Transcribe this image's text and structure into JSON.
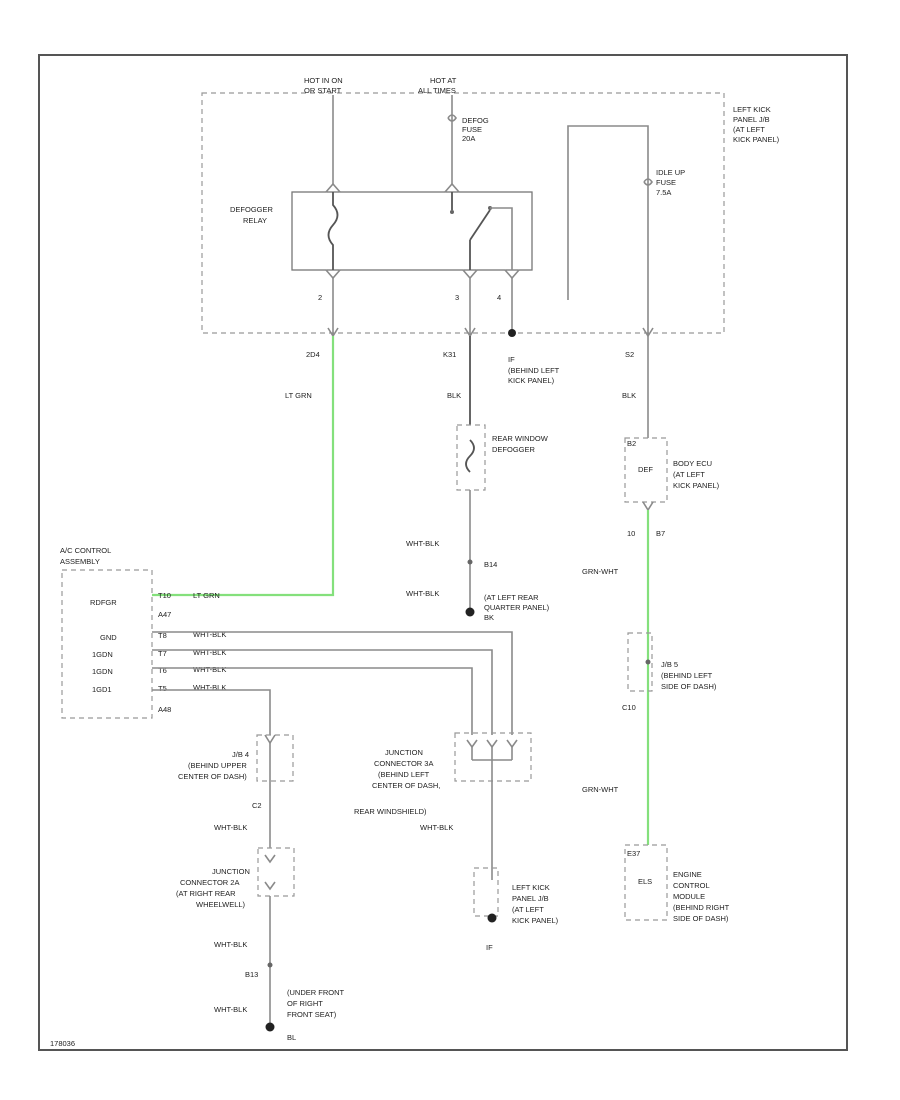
{
  "diagram": {
    "power_left": [
      "HOT IN ON",
      "OR START"
    ],
    "power_right": [
      "HOT AT",
      "ALL TIMES"
    ],
    "fuse_defog": [
      "DEFOG",
      "FUSE",
      "20A"
    ],
    "fuse_ecu": [
      "IDLE UP",
      "FUSE",
      "7.5A"
    ],
    "relay_label": [
      "DEFOGGER",
      "RELAY"
    ],
    "kick_panel_top": [
      "LEFT KICK",
      "PANEL J/B",
      "(AT LEFT",
      "KICK PANEL)"
    ],
    "relay_pins": [
      "2",
      "3",
      "4"
    ],
    "conn_2d4": "2D4",
    "conn_k31": "K31",
    "conn_s2": "S2",
    "conn_b2": "B2",
    "wire_lt_grn": "LT GRN",
    "wire_blk_1": "BLK",
    "wire_blk_2": "BLK",
    "ground_kick": [
      "IF",
      "(BEHIND LEFT",
      "KICK PANEL)"
    ],
    "defogger_label": [
      "REAR WINDOW",
      "DEFOGGER"
    ],
    "wht_blk_1": "WHT-BLK",
    "conn_b14": "B14",
    "wht_blk_2": "WHT-BLK",
    "ground_rear": [
      "(AT LEFT REAR",
      "QUARTER PANEL)"
    ],
    "ground_rear_id": "BK",
    "body_ecu_label": [
      "BODY ECU",
      "(AT LEFT",
      "KICK PANEL)"
    ],
    "body_ecu_pin": "DEF",
    "ecu_pins": [
      "10",
      "B7"
    ],
    "grn_wht_1": "GRN-WHT",
    "jb5_label": [
      "J/B 5",
      "(BEHIND LEFT",
      "SIDE OF DASH)"
    ],
    "conn_c10": "C10",
    "grn_wht_2": "GRN-WHT",
    "ecm_label": [
      "ENGINE",
      "CONTROL",
      "MODULE",
      "(BEHIND RIGHT",
      "SIDE OF DASH)"
    ],
    "ecm_pin": "ELS",
    "ecm_conn": "E37",
    "ac_label": [
      "A/C CONTROL",
      "ASSEMBLY"
    ],
    "ac_pins": [
      "RDFGR",
      "GND",
      "1GDN",
      "1GDN",
      "1GD1"
    ],
    "ac_pin_nums": [
      "T10",
      "T8",
      "T7",
      "T6",
      "T5"
    ],
    "ac_wires": [
      "LT GRN",
      "WHT-BLK",
      "WHT-BLK",
      "WHT-BLK",
      "WHT-BLK"
    ],
    "ac_conn_1": "A47",
    "ac_conn_2": "A48",
    "jb4_label": [
      "J/B 4",
      "(BEHIND UPPER",
      "CENTER OF DASH)"
    ],
    "conn_c2": "C2",
    "wht_blk_3": "WHT-BLK",
    "jc2a_label": [
      "JUNCTION",
      "CONNECTOR 2A",
      "(AT RIGHT REAR",
      "WHEELWELL)"
    ],
    "wht_blk_4": "WHT-BLK",
    "conn_b13": "B13",
    "wht_blk_5": "WHT-BLK",
    "ground_front": [
      "(UNDER FRONT",
      "OF RIGHT",
      "FRONT SEAT)"
    ],
    "ground_front_id": "BL",
    "jc3a_label": [
      "JUNCTION",
      "CONNECTOR 3A",
      "(BEHIND LEFT",
      "CENTER OF DASH,",
      "REAR WINDSHIELD)"
    ],
    "wht_blk_6": "WHT-BLK",
    "kick_panel_bottom": [
      "LEFT KICK",
      "PANEL J/B",
      "(AT LEFT",
      "KICK PANEL)"
    ],
    "ground_bottom_id": "IF",
    "footer_code": "178036"
  }
}
